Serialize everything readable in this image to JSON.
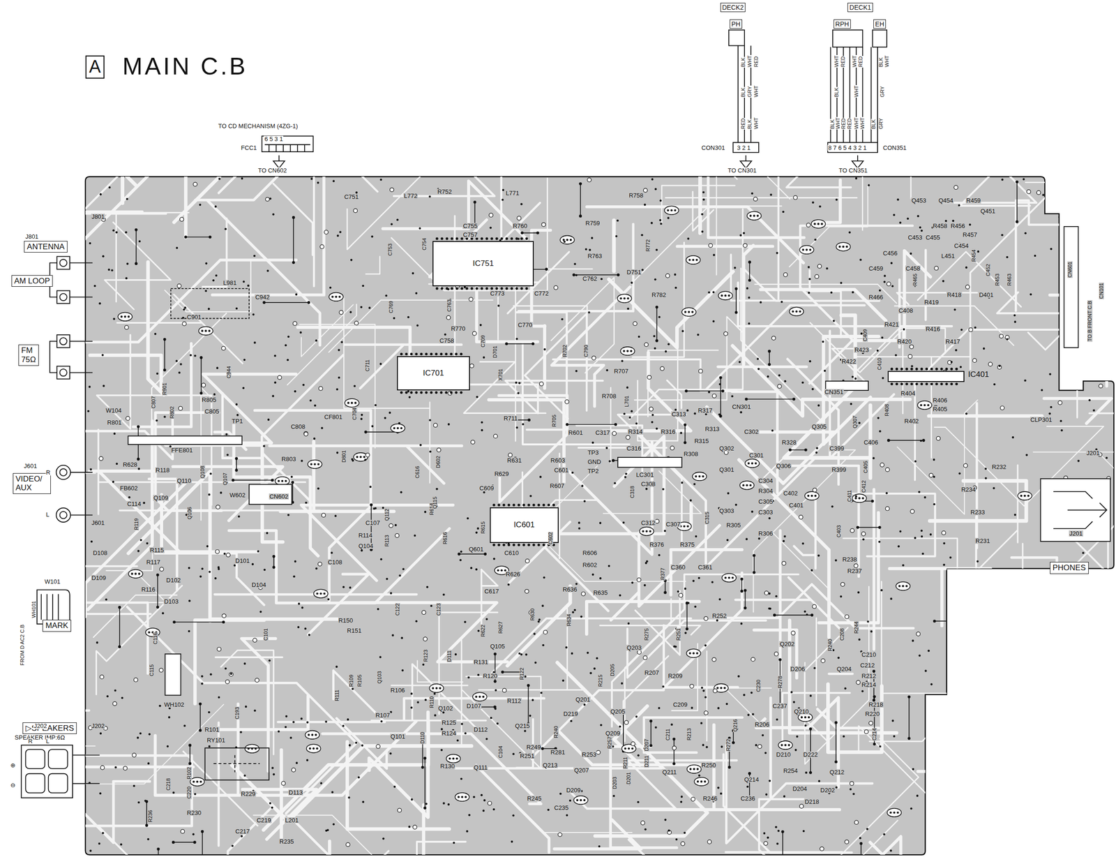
{
  "diagram": {
    "title": "MAIN C.B",
    "nodes": [
      {
        "text": [
          "A"
        ]
      },
      {
        "text": [
          "ANTENNA"
        ]
      },
      {
        "text": [
          "AM LOOP"
        ]
      },
      {
        "text": [
          "FM",
          "75Ω"
        ]
      },
      {
        "text": [
          "VIDEO/ AUX"
        ]
      },
      {
        "text": [
          "MARK"
        ]
      },
      {
        "text": [
          "▷SPEAKERS"
        ]
      },
      {
        "text": [
          "PHONES"
        ]
      },
      {
        "text": [
          "DECK2"
        ]
      },
      {
        "text": [
          "PH"
        ]
      },
      {
        "text": [
          "DECK1"
        ]
      },
      {
        "text": [
          "RPH"
        ]
      },
      {
        "text": [
          "EH"
        ]
      },
      {
        "text": [
          "IC751"
        ]
      },
      {
        "text": [
          "IC701"
        ]
      },
      {
        "text": [
          "IC601"
        ]
      },
      {
        "text": [
          "IC401"
        ]
      }
    ],
    "labels": [
      "TO CD MECHANISM (4ZG-1)",
      "FCC1",
      "6 5 3 1",
      "TO CN602",
      "BLK",
      "WHT",
      "RED",
      "BLK",
      "GRY",
      "WHT",
      "RED",
      "BLK",
      "WHT",
      "CON301",
      "3 2 1",
      "TO CN301",
      "WHT",
      "RED",
      "WHT",
      "RED",
      "BLK",
      "WHT",
      "BLK",
      "WHT",
      "GRY",
      "BLK",
      "WHT",
      "RED",
      "RED",
      "WHT",
      "WHT",
      "BLK",
      "GRY",
      "8 7 6 5 4 3 2 1",
      "CON351",
      "TO CN351",
      "J801",
      "J601",
      "R",
      "L",
      "J601",
      "J801",
      "W101",
      "FROM D AC2 C.B",
      "WH101",
      "J202",
      "SPEAKER IMP:6Ω",
      "R",
      "L",
      "⊕",
      "⊖",
      "J202",
      "J201",
      "J201",
      "TO B FRONT C.B",
      "CN101",
      "CN601",
      "CLP301",
      "L981",
      "C901",
      "C942",
      "C944",
      "R805",
      "C805",
      "R901",
      "R802",
      "C807",
      "R801",
      "W104",
      "FFE801",
      "C808",
      "R803",
      "CF801",
      "D801",
      "TP1",
      "C751",
      "L772",
      "R752",
      "L771",
      "C755",
      "R760",
      "C757",
      "C753",
      "C754",
      "C769",
      "C763",
      "R770",
      "C773",
      "C772",
      "C770",
      "C758",
      "C709",
      "D701",
      "C711",
      "C704",
      "X701",
      "R711",
      "R702",
      "R708",
      "R707",
      "L701",
      "C790",
      "C762",
      "D751",
      "R758",
      "R759",
      "R763",
      "R772",
      "R782",
      "R705",
      "R601",
      "R603",
      "C601",
      "R607",
      "R629",
      "C609",
      "R631",
      "D602",
      "C616",
      "R614",
      "R615",
      "R616",
      "Q601",
      "C610",
      "R626",
      "C617",
      "C602",
      "R606",
      "R602",
      "R636",
      "R635",
      "R634",
      "R630",
      "TP3",
      "GND",
      "TP2",
      "C317",
      "R314",
      "R316",
      "C316",
      "R308",
      "LC301",
      "C318",
      "C308",
      "C312",
      "C307",
      "R376",
      "R375",
      "R377",
      "C360",
      "C361",
      "C315",
      "C313",
      "R317",
      "R313",
      "R315",
      "CN301",
      "C302",
      "Q302",
      "Q301",
      "Q303",
      "R305",
      "C301",
      "C304",
      "R304",
      "C305",
      "C303",
      "R306",
      "Q306",
      "R328",
      "C399",
      "R399",
      "C402",
      "C401",
      "Q305",
      "Q307",
      "C406",
      "C405",
      "C411",
      "C412",
      "C403",
      "CN351",
      "R404",
      "R408",
      "R406",
      "R405",
      "R402",
      "R422",
      "R423",
      "C410",
      "R421",
      "R420",
      "R416",
      "R417",
      "R419",
      "R418",
      "D401",
      "C408",
      "C409",
      "R466",
      "R465",
      "C459",
      "C458",
      "C456",
      "C453",
      "C455",
      "Q453",
      "Q454",
      "R459",
      "Q451",
      "R458",
      "R456",
      "R457",
      "C454",
      "L451",
      "R454",
      "C452",
      "R453",
      "R463",
      "R232",
      "R234",
      "R233",
      "R231",
      "R238",
      "R237",
      "R628",
      "FB602",
      "R118",
      "Q110",
      "Q108",
      "Q107",
      "W602",
      "CN602",
      "C114",
      "R119",
      "Q109",
      "Q106",
      "D108",
      "R115",
      "R117",
      "D109",
      "D102",
      "R116",
      "D101",
      "D104",
      "D103",
      "C116",
      "C115",
      "WH102",
      "R101",
      "RY101",
      "R102",
      "C218",
      "C220",
      "R236",
      "R230",
      "R229",
      "D113",
      "C219",
      "L201",
      "C217",
      "R235",
      "C108",
      "Q104",
      "R114",
      "C107",
      "R113",
      "C101",
      "R150",
      "R151",
      "C193",
      "R109",
      "R105",
      "Q103",
      "R111",
      "R106",
      "R107",
      "Q101",
      "R110",
      "D110",
      "C122",
      "C123",
      "Q112",
      "Q115",
      "R123",
      "D111",
      "Q105",
      "R131",
      "R120",
      "R122",
      "R112",
      "D107",
      "Q102",
      "R125",
      "R124",
      "D112",
      "Q111",
      "R130",
      "C104",
      "R622",
      "R627",
      "Q215",
      "R249",
      "R251",
      "D219",
      "Q201",
      "R240",
      "R281",
      "R253",
      "Q213",
      "Q207",
      "R245",
      "C235",
      "D209",
      "D205",
      "R215",
      "Q205",
      "Q209",
      "R257",
      "D203",
      "D201",
      "D207",
      "Q203",
      "R211",
      "R207",
      "D211",
      "Q211",
      "C209",
      "R209",
      "R213",
      "C211",
      "R275",
      "R252",
      "R251",
      "R250",
      "R246",
      "C236",
      "Q214",
      "Q216",
      "R206",
      "R272",
      "D210",
      "D222",
      "R254",
      "Q212",
      "D204",
      "D202",
      "D218",
      "Q210",
      "R220",
      "R218",
      "C214",
      "Q204",
      "R214",
      "R212",
      "C212",
      "C210",
      "Q202",
      "D206",
      "C230",
      "C237",
      "R278",
      "C208",
      "R244",
      "R240"
    ]
  }
}
